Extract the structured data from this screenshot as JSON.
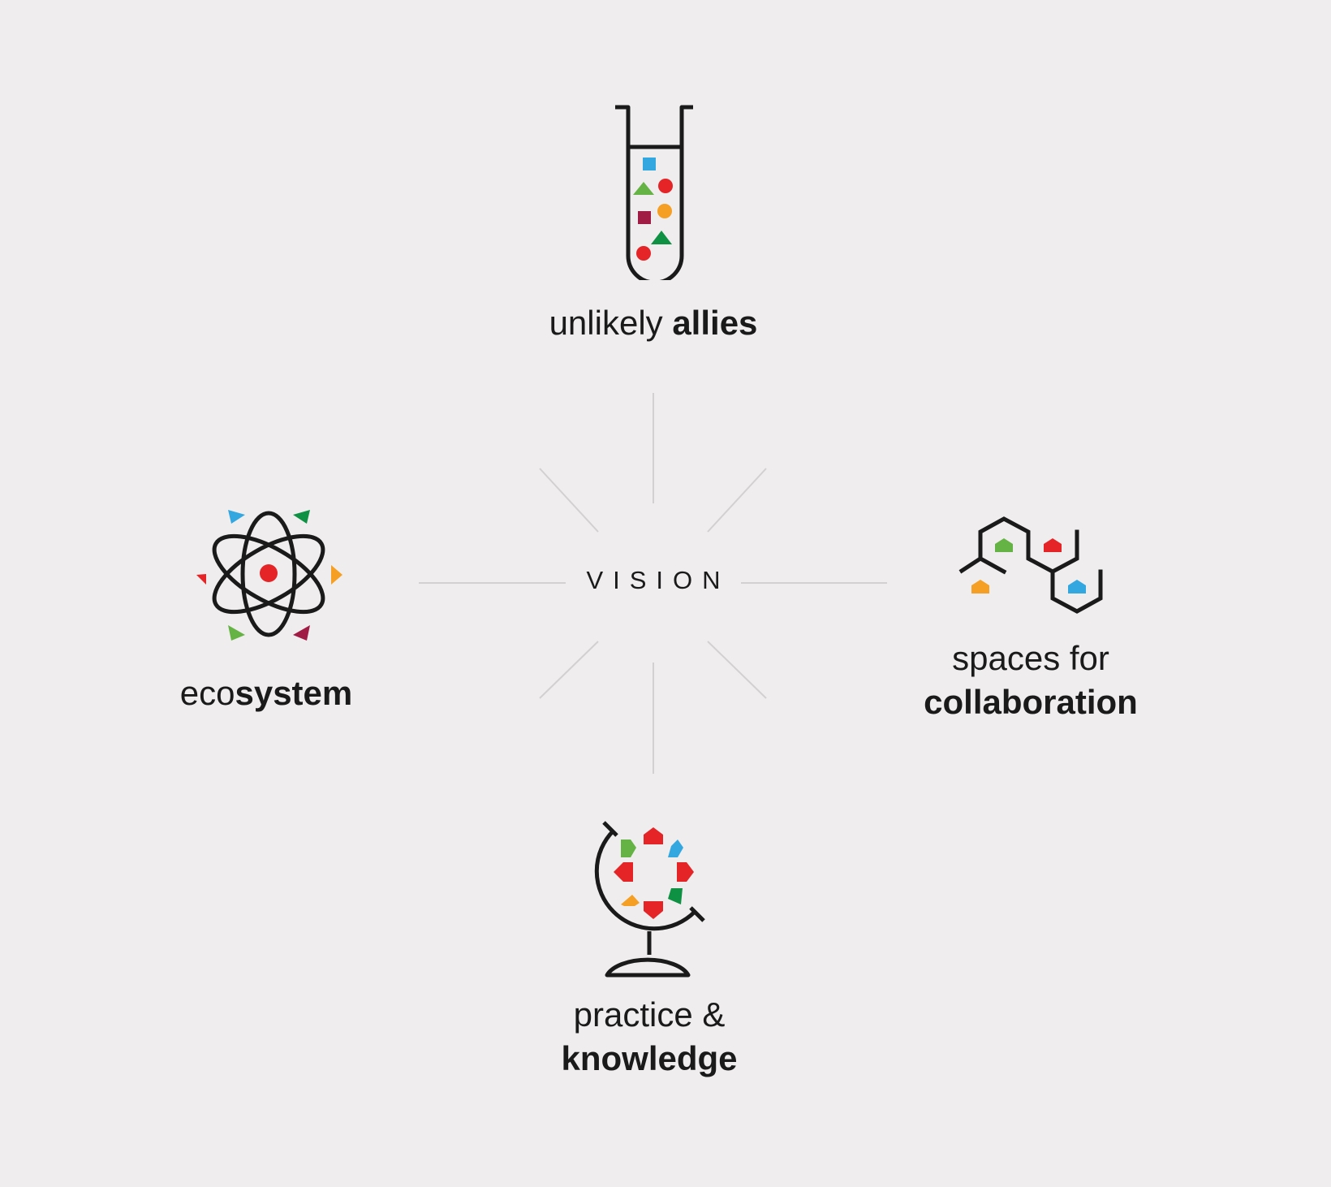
{
  "center": {
    "label": "VISION"
  },
  "nodes": {
    "allies": {
      "line1_light": "unlikely ",
      "line1_bold": "allies"
    },
    "ecosystem": {
      "line1_light": "eco",
      "line1_bold": "system"
    },
    "spaces": {
      "line1_light": "spaces for",
      "line2_bold": "collaboration"
    },
    "practice": {
      "line1_light": "practice &",
      "line2_bold": "knowledge"
    }
  },
  "icons": {
    "allies": "test-tube-icon",
    "ecosystem": "atom-icon",
    "spaces": "hexagon-network-icon",
    "practice": "globe-icon"
  },
  "colors": {
    "background": "#efedee",
    "ink": "#1a1a1a",
    "ray": "#d2d0d1",
    "red": "#e52427",
    "blue": "#33a8e0",
    "green": "#66b345",
    "darkgreen": "#0f9144",
    "orange": "#f5a024",
    "maroon": "#a01c45"
  }
}
